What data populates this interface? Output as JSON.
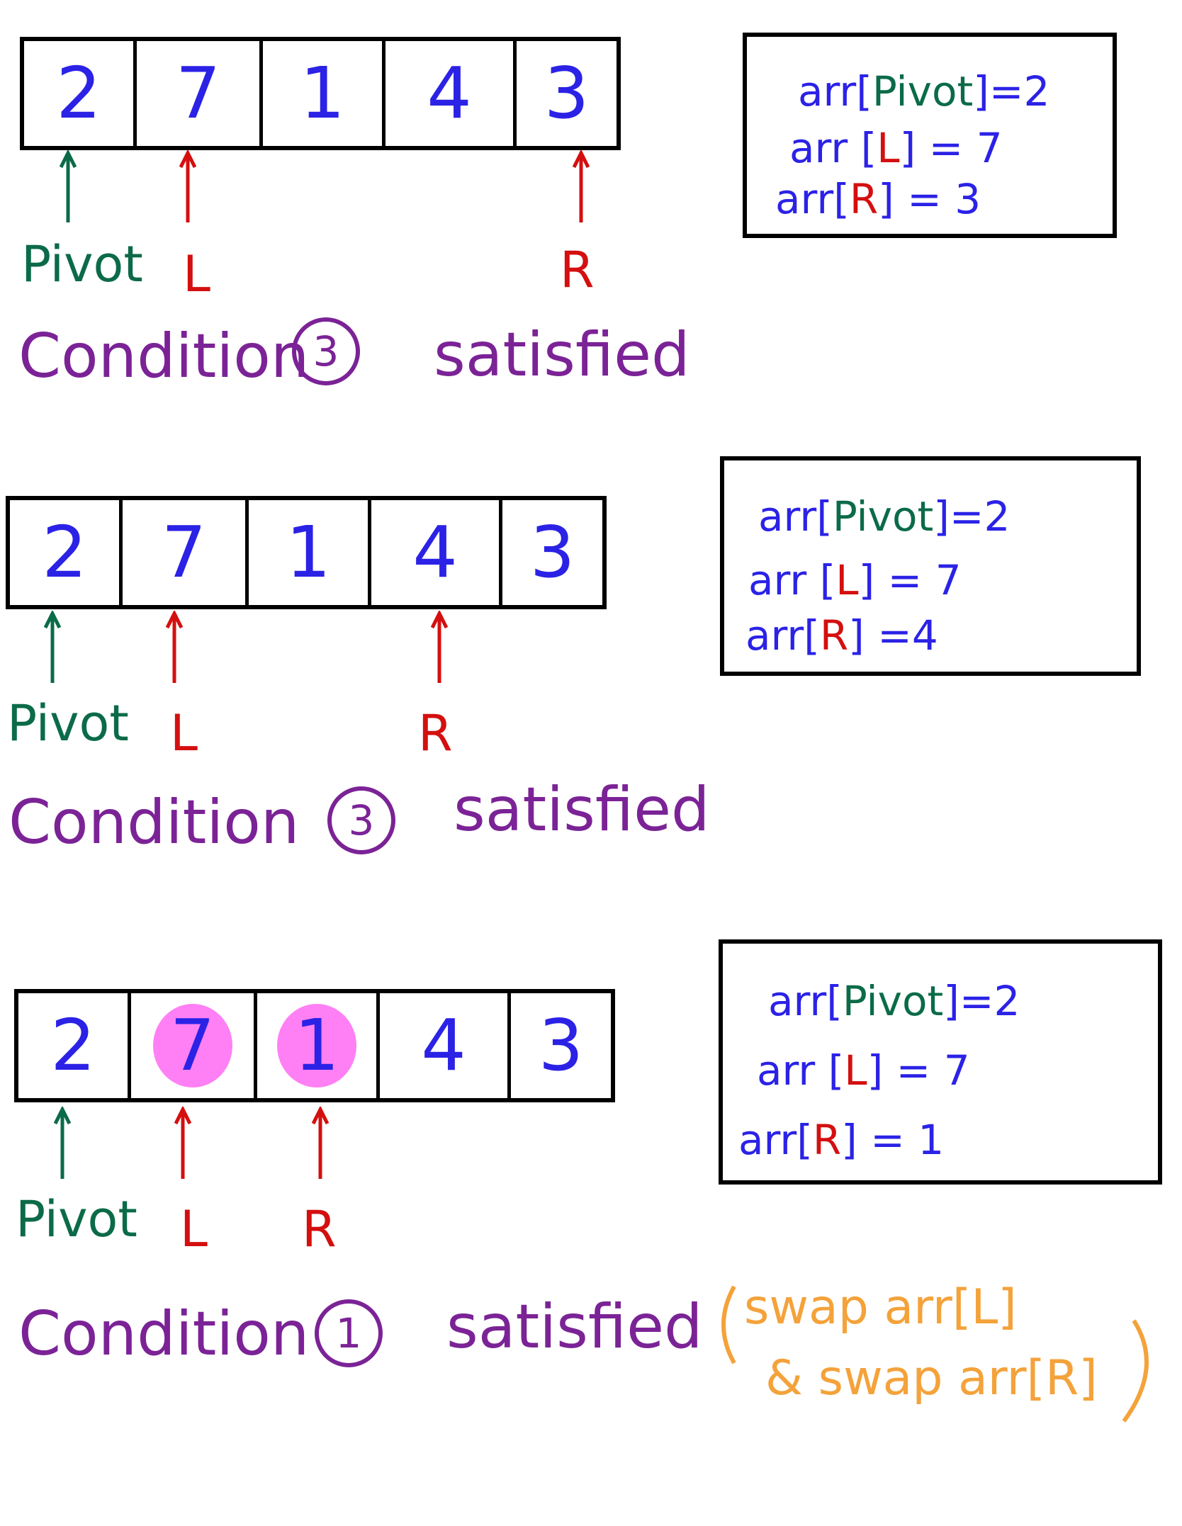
{
  "colors": {
    "value": "#2b22e6",
    "pivot": "#0b6b48",
    "pointer": "#d40f0f",
    "condition": "#7b2396",
    "highlight": "#ff80f4",
    "note": "#f4a23a"
  },
  "steps": [
    {
      "array": [
        "2",
        "7",
        "1",
        "4",
        "3"
      ],
      "highlighted": [],
      "labels": {
        "pivot": "Pivot",
        "left": "L",
        "right": "R"
      },
      "condition": {
        "word": "Condition",
        "number": "3",
        "status": "satisfied"
      },
      "box": {
        "pivot_line": {
          "prefix": "arr[",
          "key": "Pivot",
          "suffix": "]=2"
        },
        "left_line": {
          "prefix": "arr [",
          "key": "L",
          "suffix": "] = 7"
        },
        "right_line": {
          "prefix": "arr[",
          "key": "R",
          "suffix": "] = 3"
        }
      }
    },
    {
      "array": [
        "2",
        "7",
        "1",
        "4",
        "3"
      ],
      "highlighted": [],
      "labels": {
        "pivot": "Pivot",
        "left": "L",
        "right": "R"
      },
      "condition": {
        "word": "Condition",
        "number": "3",
        "status": "satisfied"
      },
      "box": {
        "pivot_line": {
          "prefix": "arr[",
          "key": "Pivot",
          "suffix": "]=2"
        },
        "left_line": {
          "prefix": "arr [",
          "key": "L",
          "suffix": "] = 7"
        },
        "right_line": {
          "prefix": "arr[",
          "key": "R",
          "suffix": "] =4"
        }
      }
    },
    {
      "array": [
        "2",
        "7",
        "1",
        "4",
        "3"
      ],
      "highlighted": [
        1,
        2
      ],
      "labels": {
        "pivot": "Pivot",
        "left": "L",
        "right": "R"
      },
      "condition": {
        "word": "Condition",
        "number": "1",
        "status": "satisfied"
      },
      "note": {
        "line1": "swap arr[L]",
        "line2": "& swap arr[R]"
      },
      "box": {
        "pivot_line": {
          "prefix": "arr[",
          "key": "Pivot",
          "suffix": "]=2"
        },
        "left_line": {
          "prefix": "arr [",
          "key": "L",
          "suffix": "] = 7"
        },
        "right_line": {
          "prefix": "arr[",
          "key": "R",
          "suffix": "] = 1"
        }
      }
    }
  ]
}
